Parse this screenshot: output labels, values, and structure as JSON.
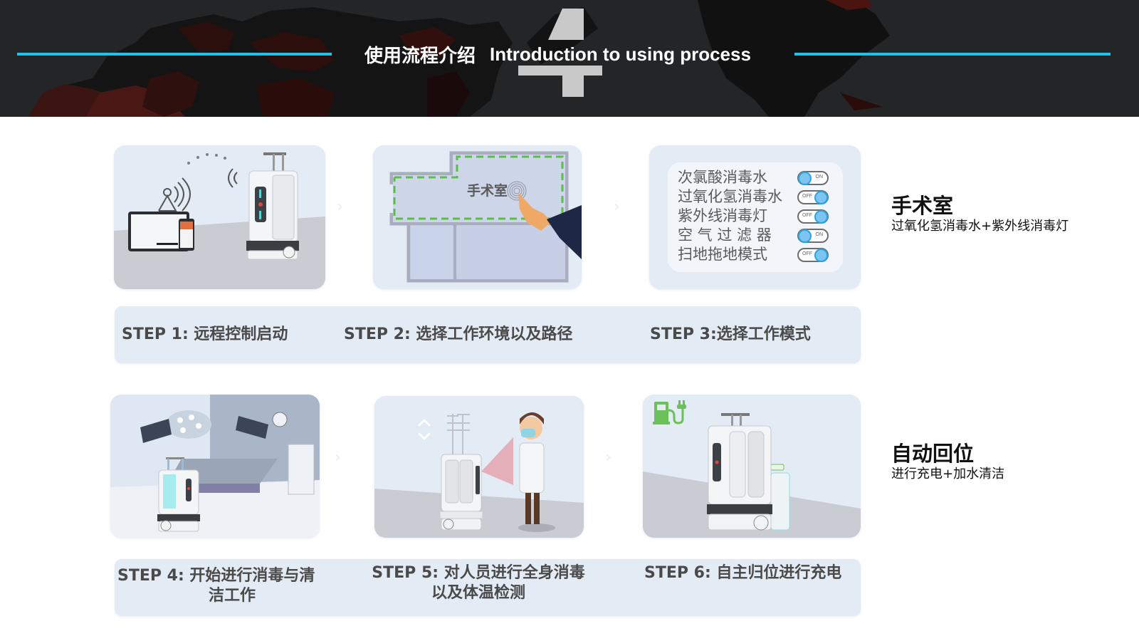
{
  "header": {
    "section_number": "4",
    "title_zh": "使用流程介绍",
    "title_en": "Introduction to using process",
    "accent_color": "#1fc3ea",
    "background_color": "#242526"
  },
  "cards": [
    {
      "step": 1,
      "illustration": "tablet-phone-antenna-wifi-robot"
    },
    {
      "step": 2,
      "illustration": "floor-plan-select-room",
      "room_label": "手术室"
    },
    {
      "step": 3,
      "illustration": "mode-toggle-panel",
      "modes": [
        {
          "label": "次氯酸消毒水",
          "state": "ON"
        },
        {
          "label": "过氧化氢消毒水",
          "state": "OFF"
        },
        {
          "label": "紫外线消毒灯",
          "state": "OFF"
        },
        {
          "label": "空 气 过 滤 器",
          "state": "ON"
        },
        {
          "label": "扫地拖地模式",
          "state": "OFF"
        }
      ]
    },
    {
      "step": 4,
      "illustration": "operating-room-robot-disinfecting"
    },
    {
      "step": 5,
      "illustration": "robot-scanning-doctor"
    },
    {
      "step": 6,
      "illustration": "robot-charging-station",
      "icon": "charging-station-icon"
    }
  ],
  "steps_row1": [
    {
      "label": "STEP 1: 远程控制启动"
    },
    {
      "label": "STEP 2: 选择工作环境以及路径"
    },
    {
      "label": "STEP 3:选择工作模式"
    }
  ],
  "steps_row2": [
    {
      "line1": "STEP 4: 开始进行消毒与清",
      "line2": "洁工作"
    },
    {
      "line1": "STEP 5: 对人员进行全身消毒",
      "line2": "以及体温检测"
    },
    {
      "line1": "STEP 6: 自主归位进行充电",
      "line2": ""
    }
  ],
  "notes": [
    {
      "heading": "手术室",
      "sub": "过氧化氢消毒水+紫外线消毒灯"
    },
    {
      "heading": "自动回位",
      "sub": "进行充电+加水清洁"
    }
  ]
}
